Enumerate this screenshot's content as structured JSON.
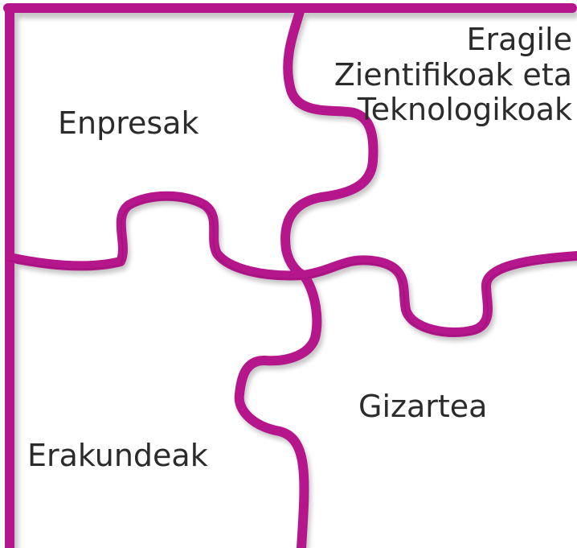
{
  "pieces": {
    "top_left": "Enpresak",
    "top_right_lines": [
      "Eragile",
      "Zientifikoak eta",
      "Teknologikoak"
    ],
    "bottom_right": "Gizartea",
    "bottom_left": "Erakundeak"
  },
  "colors": {
    "stroke": "#B5168C",
    "stroke_edge": "#7e0f62",
    "shadow": "#9a9a9a",
    "background": "#ffffff",
    "text": "#2b2b2b"
  }
}
